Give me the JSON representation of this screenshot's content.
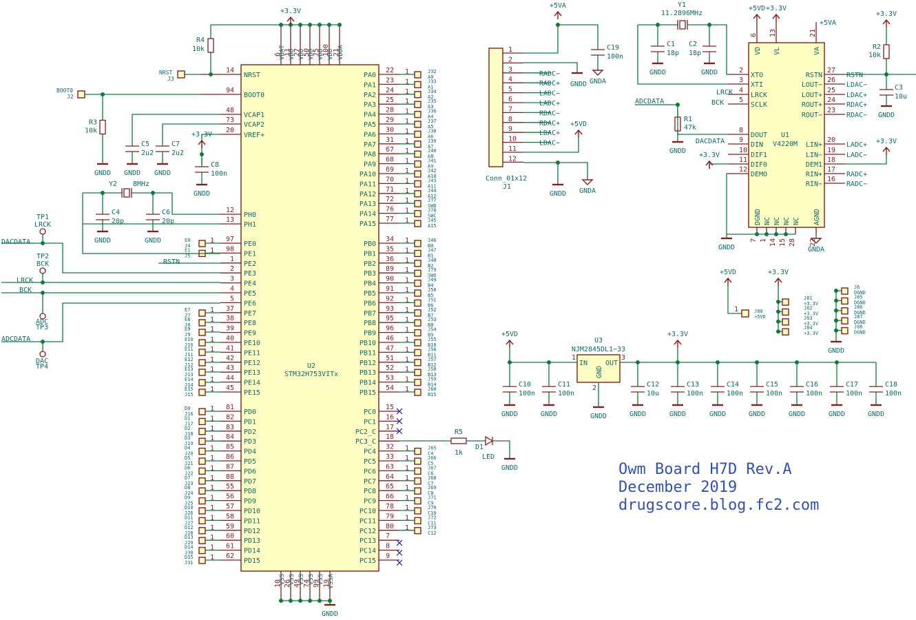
{
  "u2": {
    "ref": "U2",
    "value": "STM32H753VITx",
    "top_pins": [
      {
        "num": "6",
        "name": "VBAT"
      },
      {
        "num": "11",
        "name": "VDD"
      },
      {
        "num": "27",
        "name": "VDD"
      },
      {
        "num": "50",
        "name": "VDD"
      },
      {
        "num": "75",
        "name": "VDD"
      },
      {
        "num": "100",
        "name": "VDD"
      },
      {
        "num": "21",
        "name": "VDDA"
      }
    ],
    "bottom_pins": [
      {
        "num": "10",
        "name": "VSS"
      },
      {
        "num": "26",
        "name": "VSS"
      },
      {
        "num": "49",
        "name": "VSS"
      },
      {
        "num": "74",
        "name": "VSS"
      },
      {
        "num": "99",
        "name": "VSS"
      },
      {
        "num": "19",
        "name": "VSSA"
      }
    ],
    "left_top": [
      {
        "num": "14",
        "name": "NRST"
      },
      {
        "num": "94",
        "name": "BOOT0"
      },
      {
        "num": "48",
        "name": "VCAP1"
      },
      {
        "num": "73",
        "name": "VCAP2"
      },
      {
        "num": "20",
        "name": "VREF+"
      },
      {
        "num": "12",
        "name": "PH0"
      },
      {
        "num": "13",
        "name": "PH1"
      }
    ],
    "left_pe": [
      {
        "num": "97",
        "name": "PE0"
      },
      {
        "num": "98",
        "name": "PE1"
      },
      {
        "num": "1",
        "name": "PE2"
      },
      {
        "num": "2",
        "name": "PE3"
      },
      {
        "num": "3",
        "name": "PE4"
      },
      {
        "num": "4",
        "name": "PE5"
      },
      {
        "num": "5",
        "name": "PE6"
      },
      {
        "num": "37",
        "name": "PE7"
      },
      {
        "num": "38",
        "name": "PE8"
      },
      {
        "num": "39",
        "name": "PE9"
      },
      {
        "num": "40",
        "name": "PE10"
      },
      {
        "num": "41",
        "name": "PE11"
      },
      {
        "num": "42",
        "name": "PE12"
      },
      {
        "num": "43",
        "name": "PE13"
      },
      {
        "num": "44",
        "name": "PE14"
      },
      {
        "num": "45",
        "name": "PE15"
      }
    ],
    "left_pd": [
      {
        "num": "81",
        "name": "PD0"
      },
      {
        "num": "82",
        "name": "PD1"
      },
      {
        "num": "83",
        "name": "PD2"
      },
      {
        "num": "84",
        "name": "PD3"
      },
      {
        "num": "85",
        "name": "PD4"
      },
      {
        "num": "86",
        "name": "PD5"
      },
      {
        "num": "87",
        "name": "PD6"
      },
      {
        "num": "88",
        "name": "PD7"
      },
      {
        "num": "55",
        "name": "PD8"
      },
      {
        "num": "56",
        "name": "PD9"
      },
      {
        "num": "57",
        "name": "PD10"
      },
      {
        "num": "58",
        "name": "PD11"
      },
      {
        "num": "59",
        "name": "PD12"
      },
      {
        "num": "60",
        "name": "PD13"
      },
      {
        "num": "61",
        "name": "PD14"
      },
      {
        "num": "62",
        "name": "PD15"
      }
    ],
    "right_pa": [
      {
        "num": "22",
        "name": "PA0"
      },
      {
        "num": "23",
        "name": "PA1"
      },
      {
        "num": "24",
        "name": "PA2"
      },
      {
        "num": "25",
        "name": "PA3"
      },
      {
        "num": "28",
        "name": "PA4"
      },
      {
        "num": "29",
        "name": "PA5"
      },
      {
        "num": "30",
        "name": "PA6"
      },
      {
        "num": "31",
        "name": "PA7"
      },
      {
        "num": "67",
        "name": "PA8"
      },
      {
        "num": "68",
        "name": "PA9"
      },
      {
        "num": "69",
        "name": "PA10"
      },
      {
        "num": "70",
        "name": "PA11"
      },
      {
        "num": "71",
        "name": "PA12"
      },
      {
        "num": "72",
        "name": "PA13"
      },
      {
        "num": "76",
        "name": "PA14"
      },
      {
        "num": "77",
        "name": "PA15"
      }
    ],
    "right_pb": [
      {
        "num": "34",
        "name": "PB0"
      },
      {
        "num": "35",
        "name": "PB1"
      },
      {
        "num": "36",
        "name": "PB2"
      },
      {
        "num": "89",
        "name": "PB3"
      },
      {
        "num": "90",
        "name": "PB4"
      },
      {
        "num": "91",
        "name": "PB5"
      },
      {
        "num": "92",
        "name": "PB6"
      },
      {
        "num": "93",
        "name": "PB7"
      },
      {
        "num": "95",
        "name": "PB8"
      },
      {
        "num": "96",
        "name": "PB9"
      },
      {
        "num": "46",
        "name": "PB10"
      },
      {
        "num": "47",
        "name": "PB11"
      },
      {
        "num": "51",
        "name": "PB12"
      },
      {
        "num": "52",
        "name": "PB13"
      },
      {
        "num": "53",
        "name": "PB14"
      },
      {
        "num": "54",
        "name": "PB15"
      }
    ],
    "right_pc": [
      {
        "num": "15",
        "name": "PC0"
      },
      {
        "num": "16",
        "name": "PC1"
      },
      {
        "num": "17",
        "name": "PC2_C"
      },
      {
        "num": "18",
        "name": "PC3_C"
      },
      {
        "num": "32",
        "name": "PC4"
      },
      {
        "num": "33",
        "name": "PC5"
      },
      {
        "num": "63",
        "name": "PC6"
      },
      {
        "num": "64",
        "name": "PC7"
      },
      {
        "num": "65",
        "name": "PC8"
      },
      {
        "num": "66",
        "name": "PC9"
      },
      {
        "num": "78",
        "name": "PC10"
      },
      {
        "num": "79",
        "name": "PC11"
      },
      {
        "num": "80",
        "name": "PC12"
      },
      {
        "num": "7",
        "name": "PC13"
      },
      {
        "num": "8",
        "name": "PC14"
      },
      {
        "num": "9",
        "name": "PC15"
      }
    ]
  },
  "conn_pa": [
    "J32\nA0",
    "J33\nA1",
    "J34\nA2",
    "J35\nA3",
    "J36\nA4",
    "J37\nA5",
    "J38\nA6",
    "J39\nA7",
    "J40\nA8",
    "J41\nA9",
    "J42\nA10",
    "J43\nA11",
    "J44\nA12",
    "J77\nSWD",
    "J78\nSWC",
    "J45\nA15"
  ],
  "conn_pb": [
    "J46\nB0",
    "J47\nB1",
    "J48\nB2",
    "J79\nSWO",
    "J49\nB4",
    "J50\nB5",
    "J51\nB6",
    "J52\nB7",
    "J53\nB8",
    "J54\nB9",
    "J55\nB10",
    "J56\nB11",
    "J57\nB12",
    "J58\nB13",
    "J59\nB14",
    "J60\nB15"
  ],
  "conn_pc": [
    "J65\nC4",
    "J66\nC5",
    "J67\nC6",
    "J68\nC7",
    "J69\nC8",
    "J71\nC9",
    "J70\nC10",
    "J72\nC11",
    "J73\nC12"
  ],
  "conn_pe": [
    "E0\nJ4",
    "E1\nJ5",
    "E7\nJ7",
    "E8\nJ8",
    "E9\nJ9",
    "E10\nJ10",
    "E11\nJ11",
    "E12\nJ12",
    "E13\nJ13",
    "E14\nJ14",
    "E15\nJ15"
  ],
  "conn_pd": [
    "D0\nJ16",
    "D1\nJ17",
    "D2\nJ18",
    "D3\nJ19",
    "D4\nJ20",
    "D5\nJ21",
    "D6\nJ22",
    "D7\nJ23",
    "D8\nJ24",
    "D9\nJ25",
    "D10\nJ26",
    "D11\nJ27",
    "D12\nJ28",
    "D13\nJ29",
    "D14\nJ30",
    "D15\nJ31"
  ],
  "labels": {
    "p33": "+3.3V",
    "p5va": "+5VA",
    "p5vd": "+5VD",
    "gndd": "GNDD",
    "gnda": "GNDA",
    "nrst": "NRST",
    "j3": "J3",
    "boot0": "BOOT0",
    "j2": "J2",
    "r4": "R4",
    "r4v": "10k",
    "r3": "R3",
    "r3v": "10k",
    "c5": "C5",
    "c5v": "2u2",
    "c7": "C7",
    "c7v": "2u2",
    "c8": "C8",
    "c8v": "100n",
    "y2": "Y2",
    "y2v": "8MHz",
    "c4": "C4",
    "c4v": "20p",
    "c6": "C6",
    "c6v": "20p",
    "tp1": "TP1",
    "tp1n": "LRCK",
    "tp2": "TP2",
    "tp2n": "BCK",
    "tp3": "ADC\nTP3",
    "tp4": "DAC\nTP4",
    "dacdata": "DACDATA",
    "lrck": "LRCK",
    "bck": "BCK",
    "adcdata": "ADCDATA",
    "rstn": "RSTN",
    "r5": "R5",
    "r5v": "1k",
    "d1": "D1",
    "d1v": "LED",
    "j1": "J1",
    "j1v": "Conn_01x12",
    "j1_nets": [
      "",
      "",
      "RADC−",
      "RADC+",
      "LADC−",
      "LADC+",
      "RDAC−",
      "RDAC+",
      "LDAC+",
      "LDAC−",
      "",
      ""
    ],
    "c19": "C19",
    "c19v": "100n",
    "y1": "Y1",
    "y1v": "11.2896MHz",
    "c1": "C1",
    "c1v": "18p",
    "c2": "C2",
    "c2v": "18p",
    "u1": "U1",
    "u1v": "V4220M",
    "r1": "R1",
    "r1v": "47k",
    "r2": "R2",
    "r2v": "10k",
    "c3": "C3",
    "c3v": "10u",
    "u1_left": [
      {
        "num": "2",
        "name": "XTO"
      },
      {
        "num": "3",
        "name": "XTI"
      },
      {
        "num": "4",
        "name": "LRCK"
      },
      {
        "num": "5",
        "name": "SCLK"
      },
      {
        "num": "8",
        "name": "DOUT"
      },
      {
        "num": "9",
        "name": "DIN"
      },
      {
        "num": "10",
        "name": "DIF1"
      },
      {
        "num": "11",
        "name": "DIF0"
      },
      {
        "num": "12",
        "name": "DEMO"
      }
    ],
    "u1_right": [
      {
        "num": "27",
        "name": "RSTN",
        "net": "RSTN"
      },
      {
        "num": "26",
        "name": "LOUT−",
        "net": "LDAC−"
      },
      {
        "num": "25",
        "name": "LOUT+",
        "net": "LDAC+"
      },
      {
        "num": "24",
        "name": "ROUT+",
        "net": "RDAC+"
      },
      {
        "num": "23",
        "name": "ROUT−",
        "net": "RDAC−"
      },
      {
        "num": "20",
        "name": "LIN+",
        "net": "LADC+"
      },
      {
        "num": "19",
        "name": "LIN−",
        "net": "LADC−"
      },
      {
        "num": "18",
        "name": "DEM1",
        "net": ""
      },
      {
        "num": "17",
        "name": "RIN+",
        "net": "RADC+"
      },
      {
        "num": "16",
        "name": "RIN−",
        "net": "RADC−"
      }
    ],
    "u1_top": [
      {
        "num": "6",
        "name": "VD"
      },
      {
        "num": "13",
        "name": "VL"
      },
      {
        "num": "21",
        "name": "VA"
      }
    ],
    "u1_bottom": [
      {
        "num": "7",
        "name": "DGND"
      },
      {
        "num": "1",
        "name": "NC"
      },
      {
        "num": "14",
        "name": "NC"
      },
      {
        "num": "15",
        "name": "NC"
      },
      {
        "num": "28",
        "name": "NC"
      },
      {
        "num": "22",
        "name": "AGND"
      }
    ],
    "u3": "U3",
    "u3v": "NJM2845DL1−33",
    "u3in": "IN",
    "u3out": "OUT",
    "u3gnd": "GND",
    "u3_pins": [
      "1",
      "2",
      "3"
    ],
    "caps_bottom": [
      {
        "ref": "C10",
        "val": "100n"
      },
      {
        "ref": "C11",
        "val": "100n"
      },
      {
        "ref": "C12",
        "val": "10u"
      },
      {
        "ref": "C13",
        "val": "100n"
      },
      {
        "ref": "C14",
        "val": "100n"
      },
      {
        "ref": "C15",
        "val": "100n"
      },
      {
        "ref": "C16",
        "val": "100n"
      },
      {
        "ref": "C17",
        "val": "100n"
      },
      {
        "ref": "C18",
        "val": "100n"
      }
    ],
    "j80": "J80\n+5VD",
    "j81_group": [
      "J81\n+3.3V",
      "J82\n+3.3V",
      "J83\n+3.3V",
      "J84\n+3.3V"
    ],
    "j6_group": [
      "J6\nDGND",
      "J85\nDGND",
      "J86\nDGND",
      "J87\nDGND",
      "J88\nDGND"
    ],
    "title1": "Owm Board H7D  Rev.A",
    "title2": "December 2019",
    "title3": "drugscore.blog.fc2.com"
  },
  "colors": {
    "wire": "#0a7d3a",
    "body": "#ffffc4",
    "outline": "#8b1a1a",
    "text": "#0a6b6b",
    "title": "#3050c0",
    "noconnect": "#2b2bd0"
  }
}
